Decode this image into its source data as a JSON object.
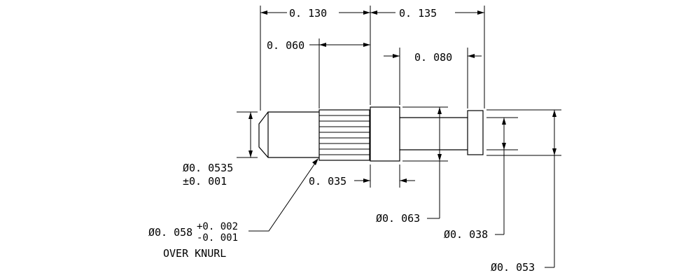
{
  "dimensions": {
    "len_130": "0. 130",
    "len_135": "0. 135",
    "len_060": "0. 060",
    "len_080": "0. 080",
    "len_035": "0. 035",
    "dia_0535": "Ø0. 0535",
    "tol_0535": "±0. 001",
    "dia_058": "Ø0. 058",
    "tol_058_plus": "+0. 002",
    "tol_058_minus": "-0. 001",
    "over_knurl": "OVER KNURL",
    "dia_063": "Ø0. 063",
    "dia_038": "Ø0. 038",
    "dia_053": "Ø0. 053"
  }
}
